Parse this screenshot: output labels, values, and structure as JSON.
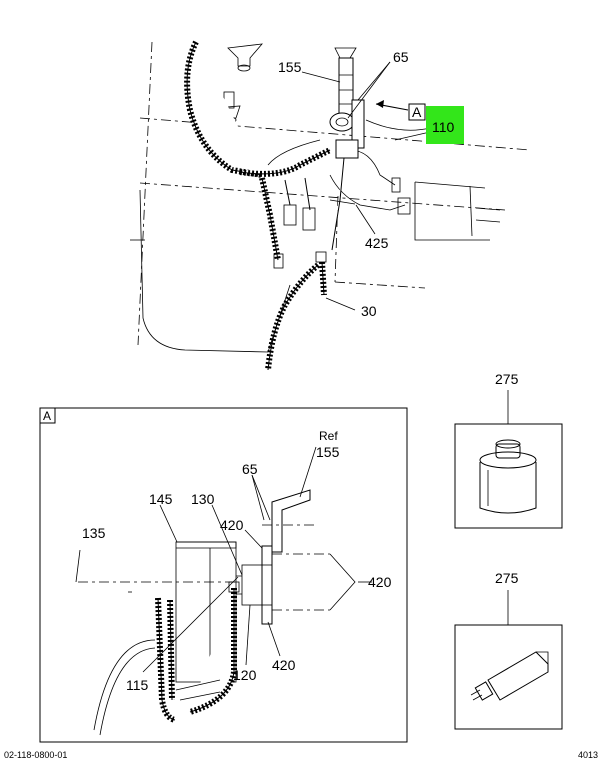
{
  "main_view": {
    "callouts": {
      "c155": "155",
      "c65": "65",
      "c110": "110",
      "c425": "425",
      "c30": "30",
      "view_ref": "A"
    },
    "highlight_color": "#33e61a"
  },
  "detail_view": {
    "label": "A",
    "callouts": {
      "ref": "Ref",
      "c155": "155",
      "c65": "65",
      "c145": "145",
      "c130": "130",
      "c135": "135",
      "c420a": "420",
      "c420b": "420",
      "c420c": "420",
      "c115": "115",
      "c120": "120"
    }
  },
  "parts": {
    "can": {
      "label": "275",
      "icon": "sealant-can-icon"
    },
    "tube": {
      "label": "275",
      "icon": "sealant-tube-icon"
    }
  },
  "footer": {
    "left_code": "02-118-0800-01",
    "right_code": "4013"
  }
}
